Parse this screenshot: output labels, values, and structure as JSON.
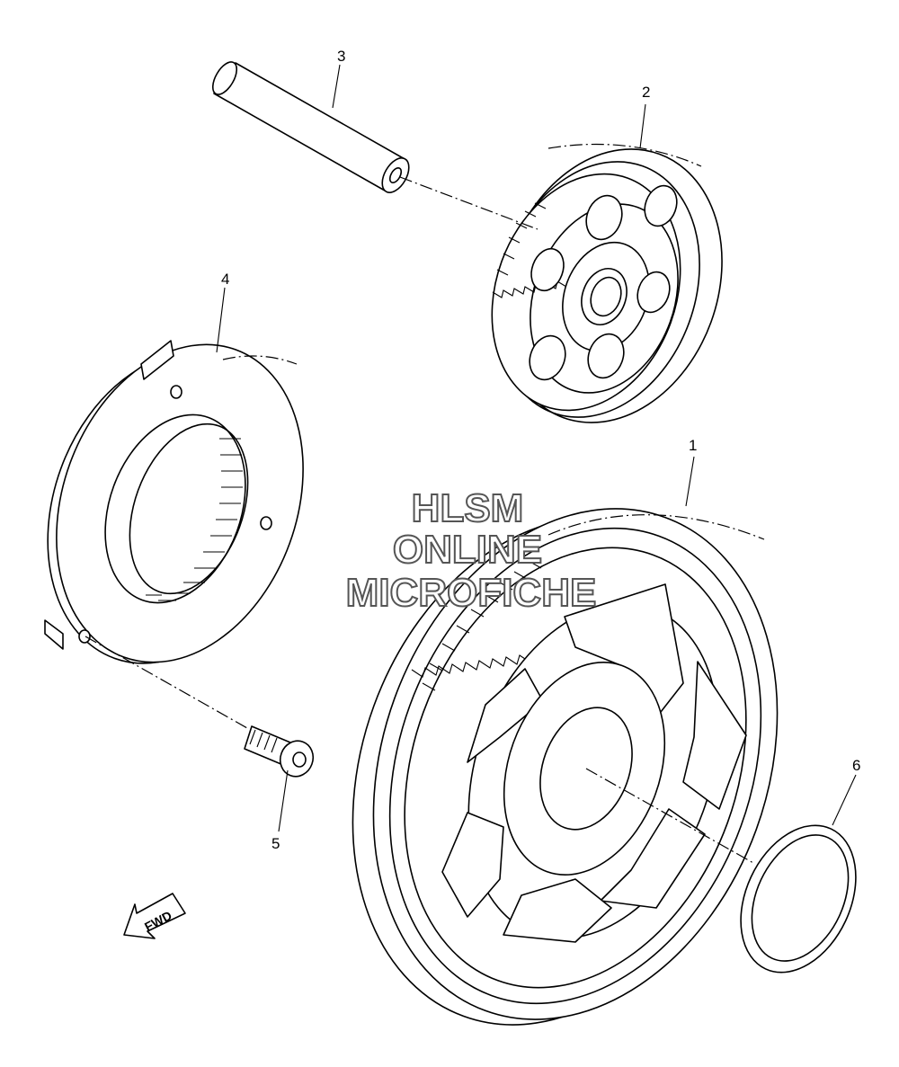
{
  "callouts": [
    {
      "label": "1"
    },
    {
      "label": "2"
    },
    {
      "label": "3"
    },
    {
      "label": "4"
    },
    {
      "label": "5"
    },
    {
      "label": "6"
    }
  ],
  "watermark": {
    "line1": "HLSM",
    "line2": "ONLINE",
    "line3": "MICROFICHE",
    "color": "#555555"
  },
  "fwd_arrow": {
    "label": "FWD"
  }
}
